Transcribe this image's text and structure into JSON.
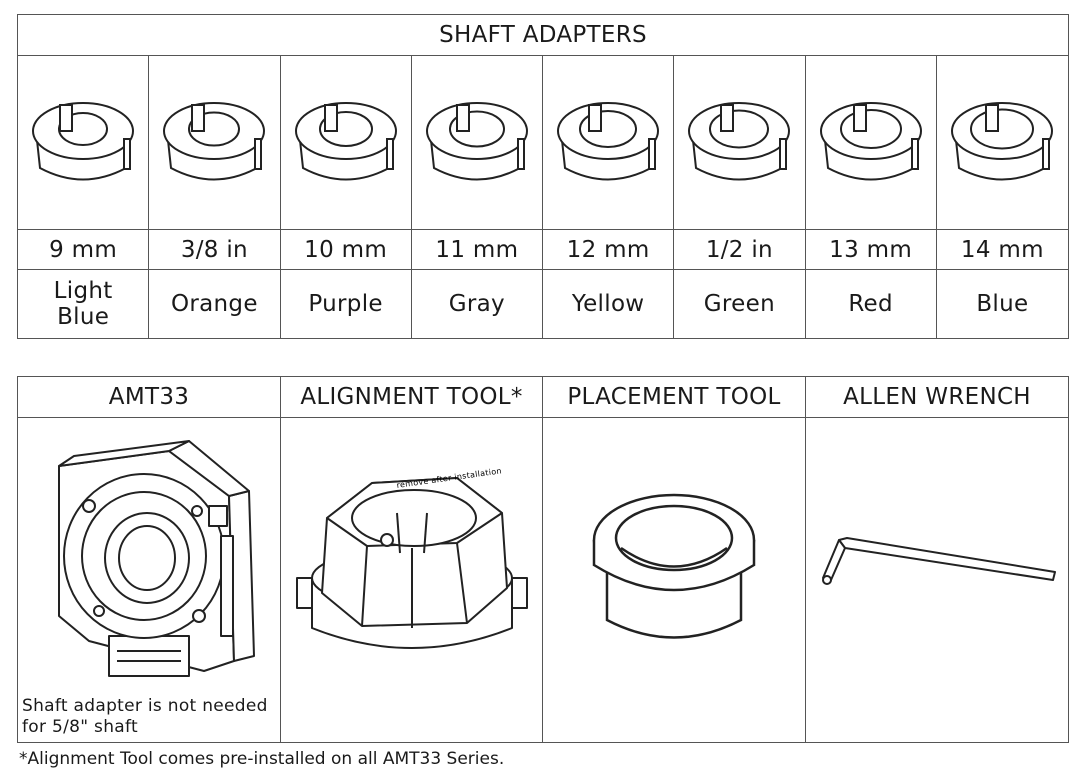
{
  "shaft_adapters": {
    "title": "SHAFT ADAPTERS",
    "items": [
      {
        "size": "9 mm",
        "color": "Light Blue",
        "icon": "shaft-adapter-icon"
      },
      {
        "size": "3/8 in",
        "color": "Orange",
        "icon": "shaft-adapter-icon"
      },
      {
        "size": "10 mm",
        "color": "Purple",
        "icon": "shaft-adapter-icon"
      },
      {
        "size": "11 mm",
        "color": "Gray",
        "icon": "shaft-adapter-icon"
      },
      {
        "size": "12 mm",
        "color": "Yellow",
        "icon": "shaft-adapter-icon"
      },
      {
        "size": "1/2 in",
        "color": "Green",
        "icon": "shaft-adapter-icon"
      },
      {
        "size": "13 mm",
        "color": "Red",
        "icon": "shaft-adapter-icon"
      },
      {
        "size": "14 mm",
        "color": "Blue",
        "icon": "shaft-adapter-icon"
      }
    ]
  },
  "components": {
    "headers": [
      "AMT33",
      "ALIGNMENT TOOL*",
      "PLACEMENT TOOL",
      "ALLEN WRENCH"
    ],
    "amt33_note": "Shaft adapter is not needed for 5/8\" shaft",
    "alignment_tool_label": "remove after installation",
    "icons": [
      "encoder-icon",
      "alignment-tool-icon",
      "placement-tool-icon",
      "allen-wrench-icon"
    ]
  },
  "footnote": "*Alignment Tool comes pre-installed on all AMT33 Series."
}
